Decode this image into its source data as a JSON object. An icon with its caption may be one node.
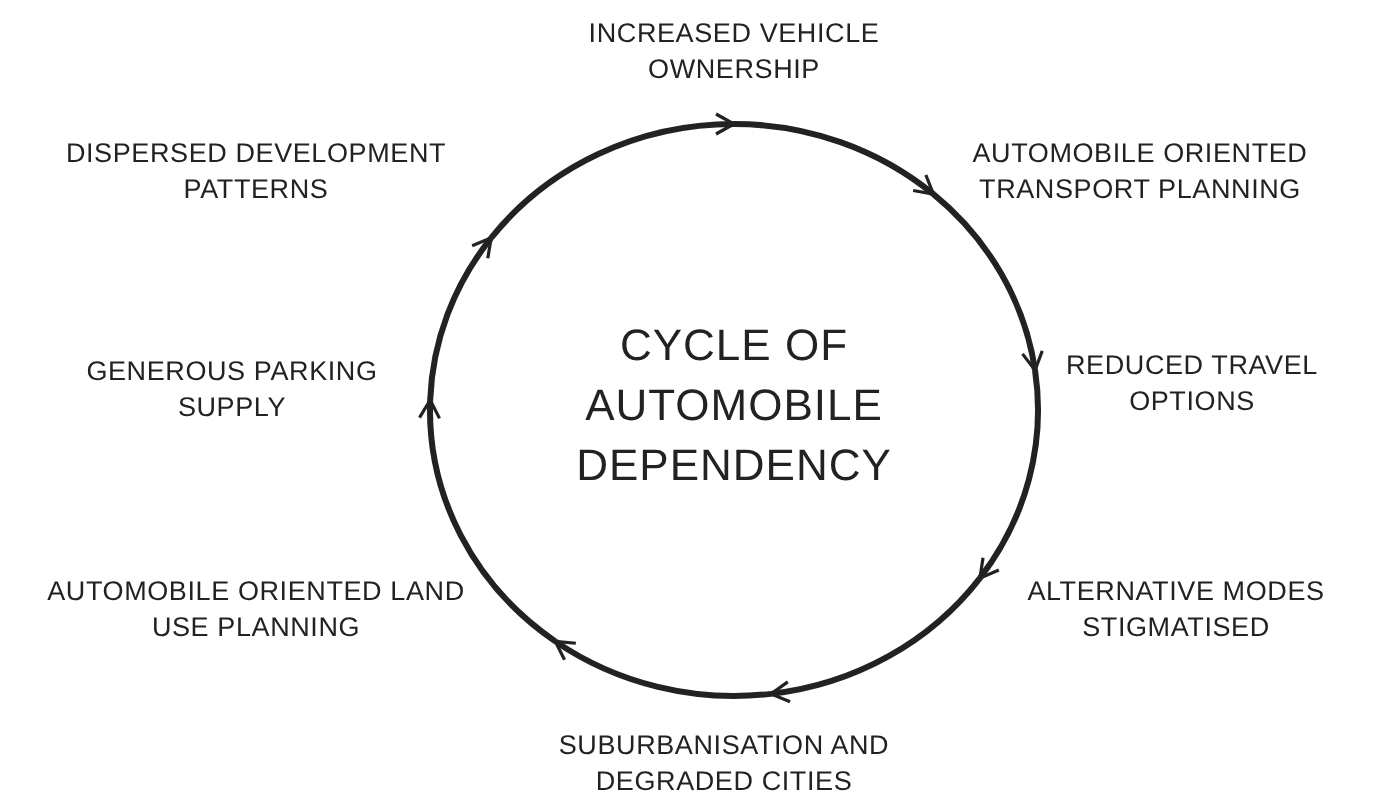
{
  "diagram": {
    "nodes": [
      {
        "text": [
          "INCREASED VEHICLE OWNERSHIP"
        ]
      },
      {
        "text": [
          "AUTOMOBILE ORIENTED TRANSPORT PLANNING"
        ]
      },
      {
        "text": [
          "REDUCED TRAVEL OPTIONS"
        ]
      },
      {
        "text": [
          "ALTERNATIVE MODES STIGMATISED"
        ]
      },
      {
        "text": [
          "SUBURBANISATION AND DEGRADED CITIES"
        ]
      },
      {
        "text": [
          "AUTOMOBILE ORIENTED LAND USE PLANNING"
        ]
      },
      {
        "text": [
          "GENEROUS PARKING SUPPLY"
        ]
      },
      {
        "text": [
          "DISPERSED DEVELOPMENT PATTERNS"
        ]
      }
    ],
    "edges": [
      {
        "from": 7,
        "to": 0,
        "arrow": "to"
      },
      {
        "from": 0,
        "to": 1,
        "arrow": "to"
      },
      {
        "from": 1,
        "to": 2,
        "arrow": "to"
      },
      {
        "from": 2,
        "to": 3,
        "arrow": "to"
      },
      {
        "from": 3,
        "to": 4,
        "arrow": "to"
      },
      {
        "from": 4,
        "to": 5,
        "arrow": "to"
      },
      {
        "from": 5,
        "to": 6,
        "arrow": "to"
      },
      {
        "from": 6,
        "to": 7,
        "arrow": "to"
      }
    ],
    "labels": [
      "CYCLE OF AUTOMOBILE DEPENDENCY"
    ]
  }
}
